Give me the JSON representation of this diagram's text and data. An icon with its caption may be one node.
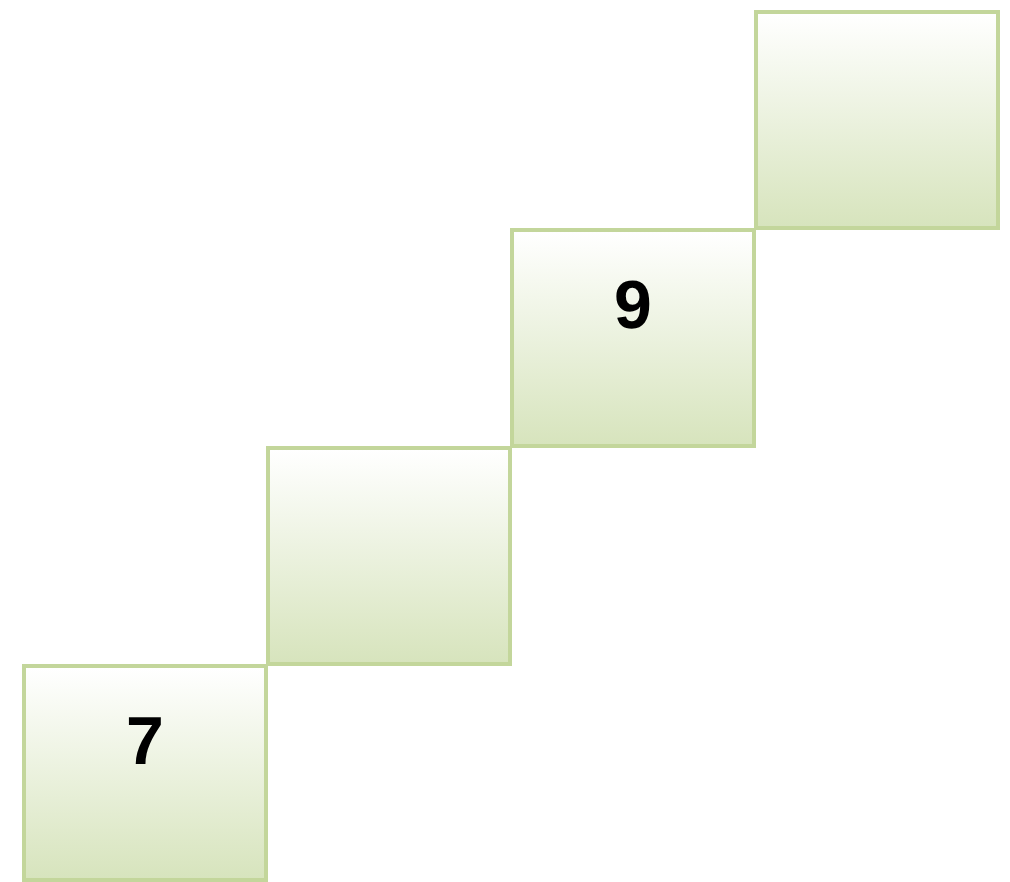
{
  "diagram": {
    "nodes": [
      {
        "text": [
          "7"
        ]
      },
      {
        "text": [],
        "shape": "box"
      },
      {
        "text": [
          "9"
        ]
      },
      {
        "text": [],
        "shape": "box"
      }
    ]
  }
}
